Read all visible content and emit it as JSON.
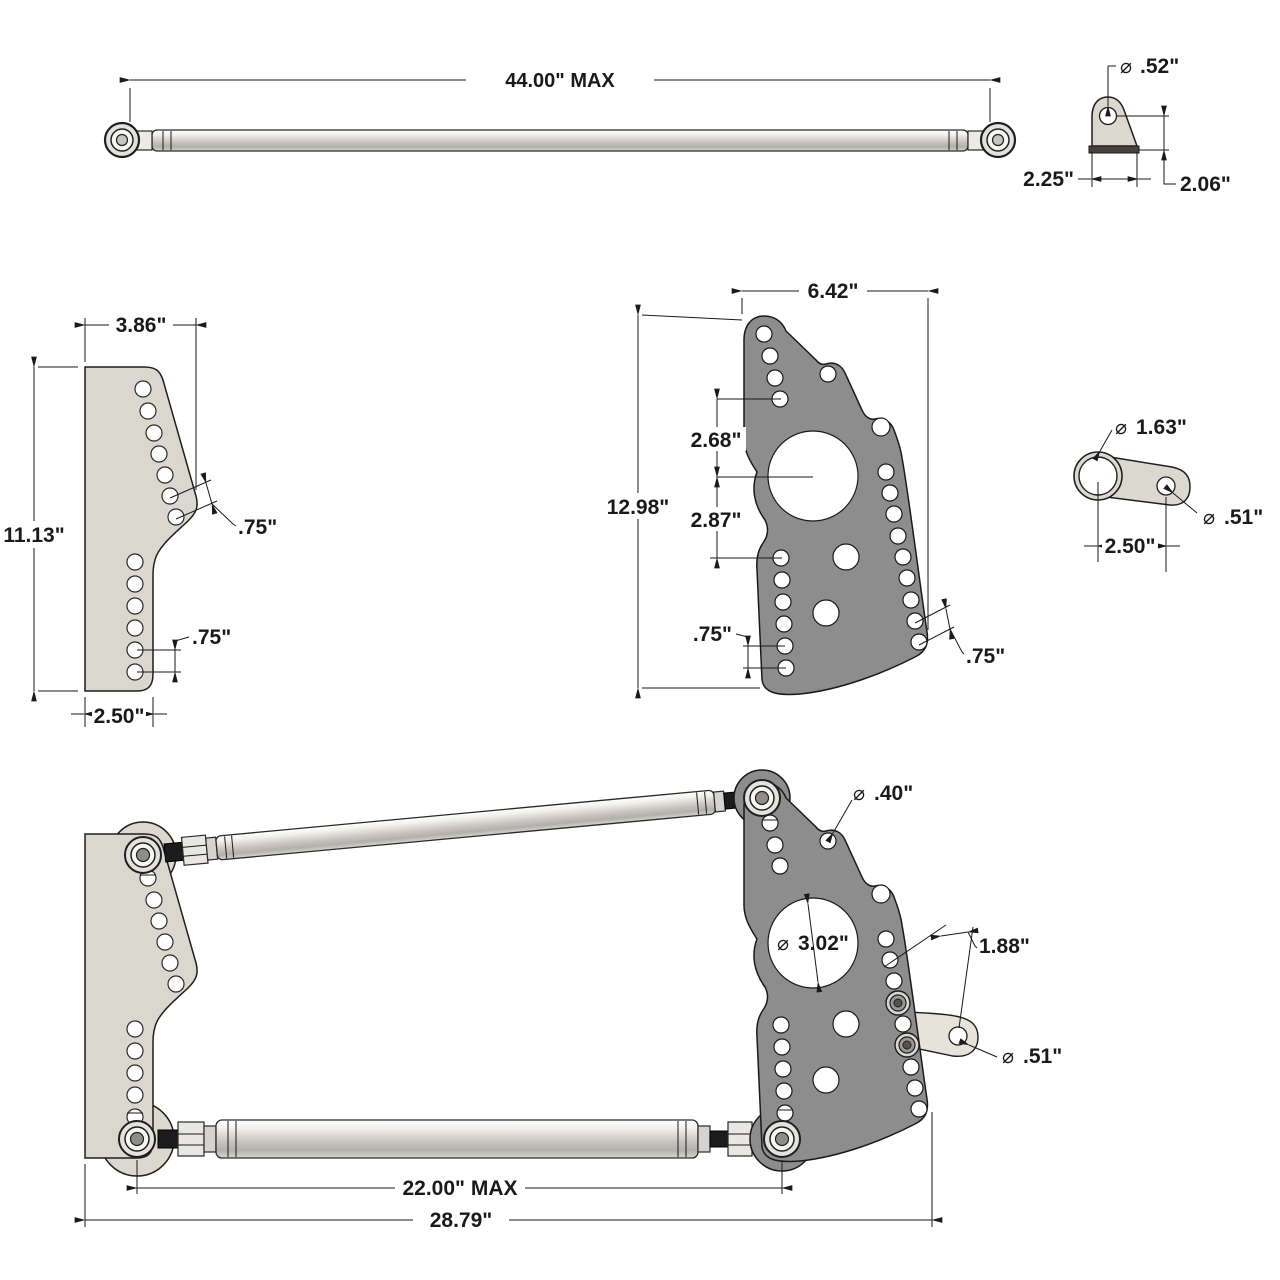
{
  "page": {
    "background": "#ffffff",
    "description": "Technical dimension drawing of four-link rear suspension components"
  },
  "colors": {
    "line": "#1a1a1a",
    "light_part": "#dad7cf",
    "dark_part": "#8d8d8d",
    "metal_highlight": "#f7f6f3",
    "metal_shadow": "#b2b0ab",
    "base_block": "#44423f"
  },
  "views": {
    "tie_rod": {
      "dim_length": "44.00\" MAX"
    },
    "mount_tab": {
      "dia_sym": "⌀",
      "hole_dia": ".52\"",
      "width": "2.25\"",
      "height": "2.06\""
    },
    "shock_plate": {
      "top_width": "3.86\"",
      "height": "11.13\"",
      "diag_hole_spacing": ".75\"",
      "vert_hole_spacing": ".75\"",
      "bottom_width": "2.50\""
    },
    "housing_plate": {
      "top_width": "6.42\"",
      "height": "12.98\"",
      "upper_hole_offset": "2.68\"",
      "lower_hole_offset": "2.87\"",
      "left_hole_spacing": ".75\"",
      "right_hole_spacing": ".75\""
    },
    "axle_clamp": {
      "dia_sym": "⌀",
      "tube_dia": "1.63\"",
      "center_distance": "2.50\"",
      "hole_dia": ".51\""
    },
    "assembly": {
      "dia_sym": "⌀",
      "upper_hole_dia": ".40\"",
      "center_hole_dia": "3.02\"",
      "bracket_offset": "1.88\"",
      "bracket_hole_dia": ".51\"",
      "lower_bar_length": "22.00\" MAX",
      "overall_length": "28.79\""
    }
  }
}
